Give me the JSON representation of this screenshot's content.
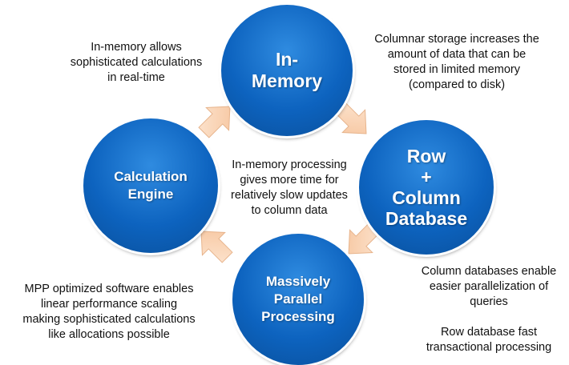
{
  "circles": {
    "in_memory": {
      "lines": [
        "In-",
        "Memory"
      ]
    },
    "row_column": {
      "lines": [
        "Row",
        "+",
        "Column",
        "Database"
      ]
    },
    "mpp": {
      "lines": [
        "Massively",
        "Parallel",
        "Processing"
      ]
    },
    "calc_engine": {
      "lines": [
        "Calculation",
        "Engine"
      ]
    }
  },
  "annotations": {
    "in_memory_note": {
      "lines": [
        "In-memory allows",
        "sophisticated calculations",
        "in real-time"
      ]
    },
    "columnar_note": {
      "lines": [
        "Columnar storage increases the",
        "amount of data that can be",
        "stored in limited memory",
        "(compared to disk)"
      ]
    },
    "center_note": {
      "lines": [
        "In-memory processing",
        "gives more time for",
        "relatively slow updates",
        "to column data"
      ]
    },
    "mpp_note": {
      "lines": [
        "MPP optimized software enables",
        "linear performance scaling",
        "making sophisticated calculations",
        "like allocations possible"
      ]
    },
    "column_db_note": {
      "lines": [
        "Column databases enable",
        "easier parallelization of",
        "queries"
      ]
    },
    "row_db_note": {
      "lines": [
        "Row database fast",
        "transactional processing"
      ]
    }
  },
  "colors": {
    "circle_fill": "#0d63bf",
    "arrow_fill": "#fbd3b3",
    "arrow_stroke": "#e7b48c",
    "text": "#111111"
  }
}
